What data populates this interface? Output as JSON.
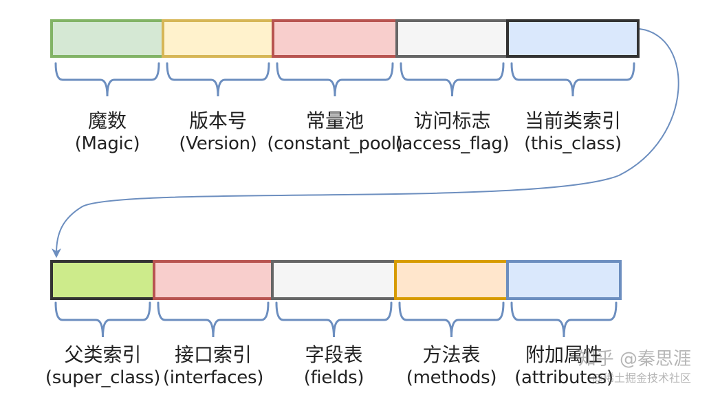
{
  "row1": [
    {
      "zh": "魔数",
      "en": "(Magic)",
      "fill": "#d5e8d4",
      "stroke": "#82b366"
    },
    {
      "zh": "版本号",
      "en": "(Version)",
      "fill": "#fff2cc",
      "stroke": "#d6b656"
    },
    {
      "zh": "常量池",
      "en": "(constant_pool)",
      "fill": "#f8cecc",
      "stroke": "#b85450"
    },
    {
      "zh": "访问标志",
      "en": "(access_flag)",
      "fill": "#f5f5f5",
      "stroke": "#666666"
    },
    {
      "zh": "当前类索引",
      "en": "(this_class)",
      "fill": "#dae8fc",
      "stroke": "#333333"
    }
  ],
  "row2": [
    {
      "zh": "父类索引",
      "en": "(super_class)",
      "fill": "#cdeb8b",
      "stroke": "#333333"
    },
    {
      "zh": "接口索引",
      "en": "(interfaces)",
      "fill": "#f8cecc",
      "stroke": "#b85450"
    },
    {
      "zh": "字段表",
      "en": "(fields)",
      "fill": "#f5f5f5",
      "stroke": "#666666"
    },
    {
      "zh": "方法表",
      "en": "(methods)",
      "fill": "#ffe6cc",
      "stroke": "#d79b00"
    },
    {
      "zh": "附加属性",
      "en": "(attributes)",
      "fill": "#dae8fc",
      "stroke": "#6c8ebf"
    }
  ],
  "brace_color": "#6c8ebf",
  "arrow_color": "#6c8ebf",
  "watermark": {
    "line1": "知乎 @秦思涯",
    "line2": "@稀土掘金技术社区"
  }
}
